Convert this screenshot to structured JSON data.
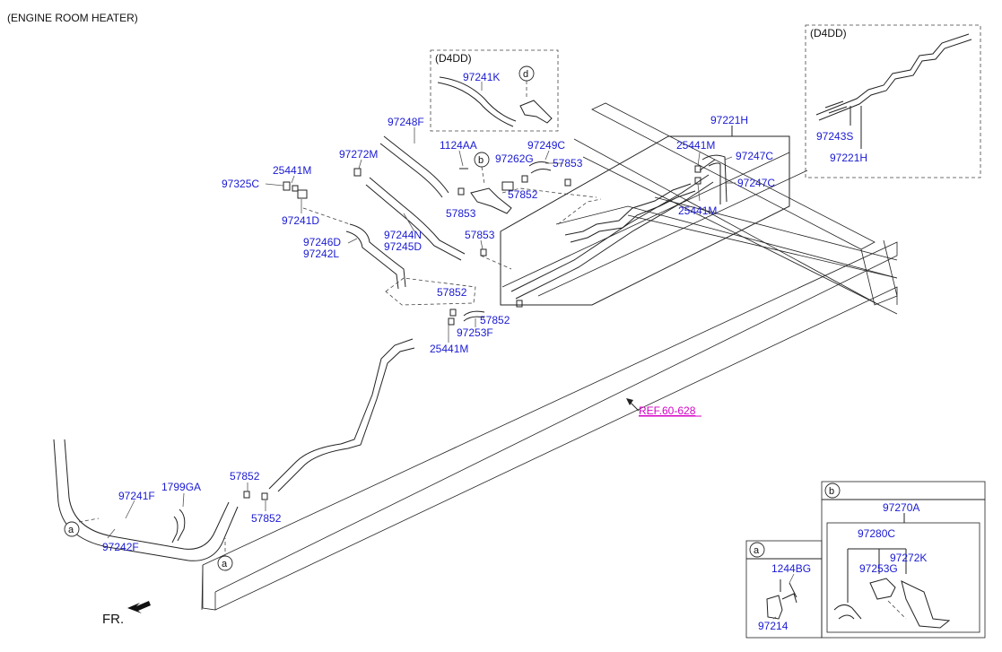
{
  "header": "(ENGINE ROOM HEATER)",
  "variant_label": "(D4DD)",
  "direction_label": "FR.",
  "reference_link": "REF.60-628",
  "markers": [
    "a",
    "b",
    "d"
  ],
  "part_numbers": {
    "p97241K": "97241K",
    "p97248F": "97248F",
    "p1124AA": "1124AA",
    "p97249C": "97249C",
    "p97262G": "97262G",
    "p57853": "57853",
    "p57852": "57852",
    "p97272M": "97272M",
    "p25441M": "25441M",
    "p97325C": "97325C",
    "p97241D": "97241D",
    "p97244N": "97244N",
    "p97245D": "97245D",
    "p97246D": "97246D",
    "p97242L": "97242L",
    "p97221H": "97221H",
    "p97247C": "97247C",
    "p97243S": "97243S",
    "p97253F": "97253F",
    "p1799GA": "1799GA",
    "p97241F": "97241F",
    "p97242F": "97242F",
    "p97270A": "97270A",
    "p97280C": "97280C",
    "p97272K": "97272K",
    "p97253G": "97253G",
    "p1244BG": "1244BG",
    "p97214": "97214"
  }
}
